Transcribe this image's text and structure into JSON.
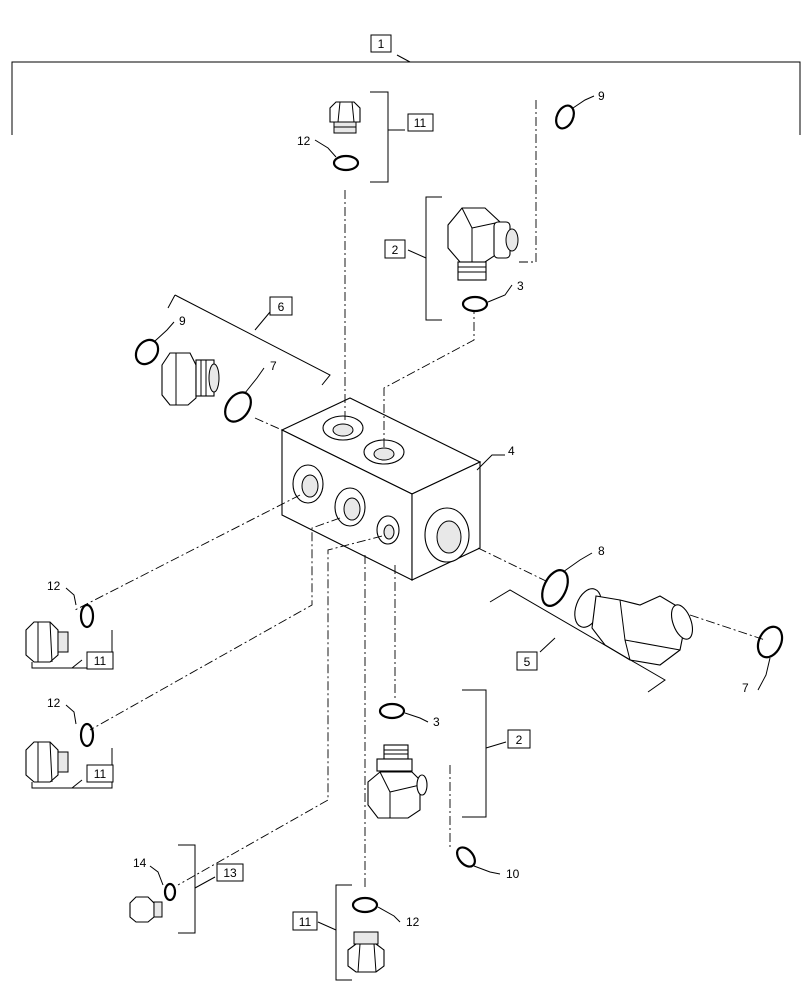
{
  "callouts": {
    "assembly": "1",
    "elbow_fitting": "2",
    "o_ring_3": "3",
    "valve_block": "4",
    "elbow_fitting_large": "5",
    "straight_fitting": "6",
    "o_ring_7": "7",
    "o_ring_8": "8",
    "o_ring_9": "9",
    "o_ring_10": "10",
    "plug_kit": "11",
    "o_ring_12": "12",
    "plug_kit_small": "13",
    "o_ring_14": "14"
  }
}
